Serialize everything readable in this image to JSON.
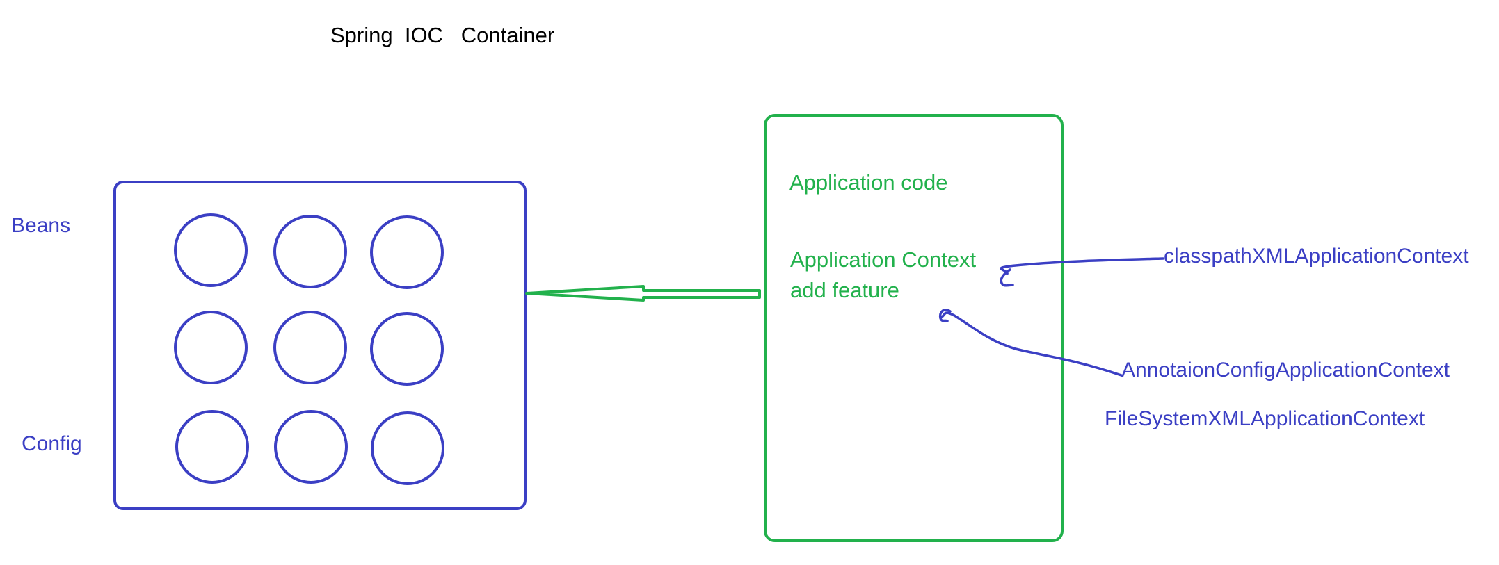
{
  "title": "Spring  IOC   Container",
  "labels": {
    "beans": "Beans",
    "config": "Config"
  },
  "app_box": {
    "line1": "Application code",
    "line2": "Application Context",
    "line3": "add feature"
  },
  "context_types": {
    "classpath": "classpathXMLApplicationContext",
    "annotation": "AnnotaionConfigApplicationContext",
    "filesystem": "FileSystemXMLApplicationContext"
  },
  "colors": {
    "blue": "#3b3fc4",
    "green": "#22b14c",
    "black": "#000000"
  }
}
